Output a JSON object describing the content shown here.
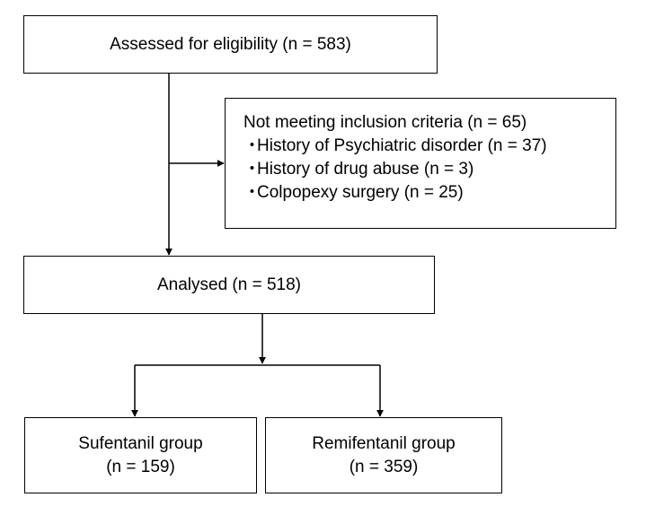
{
  "flowchart": {
    "assessed": "Assessed for eligibility (n = 583)",
    "excluded": {
      "title": "Not meeting inclusion criteria (n = 65)",
      "bullet": "・",
      "items": [
        "History of Psychiatric disorder (n = 37)",
        "History of drug abuse (n = 3)",
        "Colpopexy surgery (n = 25)"
      ]
    },
    "analysed": "Analysed (n = 518)",
    "groups": [
      {
        "name": "Sufentanil group",
        "count": "(n = 159)"
      },
      {
        "name": "Remifentanil group",
        "count": "(n = 359)"
      }
    ]
  },
  "colors": {
    "line": "#000000",
    "box_fill": "#ffffff"
  }
}
